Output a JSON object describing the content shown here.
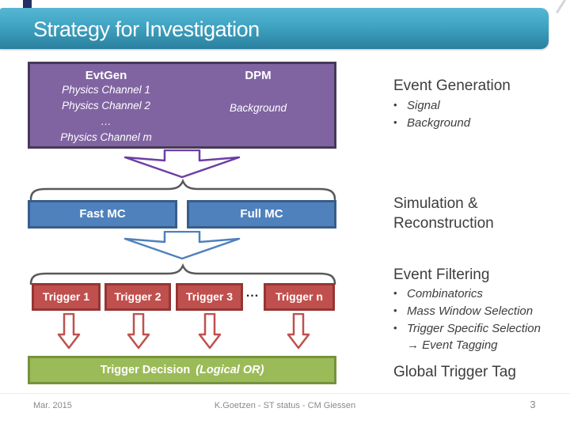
{
  "header": {
    "title": "Strategy for Investigation"
  },
  "generation_box": {
    "evtgen_title": "EvtGen",
    "evtgen_lines": [
      "Physics Channel 1",
      "Physics Channel 2",
      "…",
      "Physics Channel m"
    ],
    "dpm_title": "DPM",
    "dpm_line": "Background"
  },
  "mc_row": {
    "fast_label": "Fast MC",
    "full_label": "Full MC"
  },
  "trigger_row": {
    "trigger1": "Trigger 1",
    "trigger2": "Trigger 2",
    "trigger3": "Trigger 3",
    "ellipsis": "...",
    "trigger_n": "Trigger n"
  },
  "decision_box": {
    "label": "Trigger Decision",
    "label_suffix": "(Logical OR)"
  },
  "annotations": {
    "bullet_char": "•",
    "event_generation": {
      "heading": "Event Generation",
      "bullets": [
        "Signal",
        "Background"
      ]
    },
    "simulation_reconstruction": {
      "heading": "Simulation & Reconstruction"
    },
    "event_filtering": {
      "heading": "Event Filtering",
      "bullets": [
        "Combinatorics",
        "Mass Window Selection",
        "Trigger Specific Selection"
      ],
      "tag_note": "→ Event Tagging"
    },
    "global_trigger": {
      "heading": "Global Trigger Tag"
    }
  },
  "footer": {
    "date": "Mar. 2015",
    "credit": "K.Goetzen - ST status - CM Giessen",
    "page_number": "3"
  },
  "colors": {
    "header_teal": "#3FA3C2",
    "navy_accent": "#243162",
    "purple_fill": "#8064A2",
    "purple_border": "#463857",
    "arrow_purple": "#6B3FA3",
    "blue_fill": "#4F81BD",
    "blue_border": "#385D8A",
    "red_fill": "#C0504D",
    "red_border": "#943634",
    "green_fill": "#9BBB59",
    "green_border": "#76923C",
    "brace_gray": "#595959",
    "text_dark": "#3D3D3D",
    "footer_gray": "#8A8A8A"
  }
}
